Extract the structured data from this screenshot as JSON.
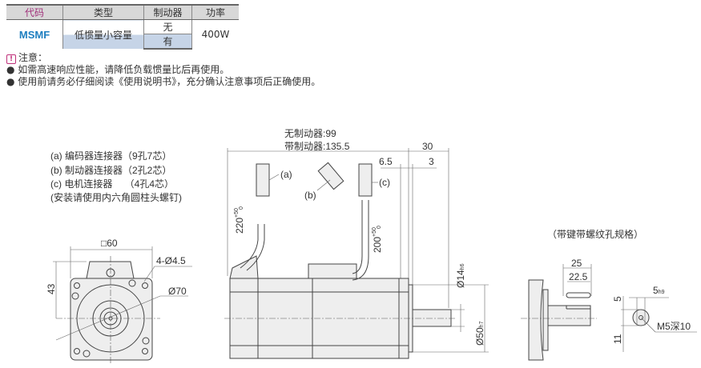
{
  "table": {
    "headers": [
      "代码",
      "类型",
      "制动器",
      "功率"
    ],
    "code": "MSMF",
    "type": "低惯量小容量",
    "brake_options": [
      "无",
      "有"
    ],
    "power": "400W"
  },
  "notes": {
    "icon": "warning-icon",
    "title": "注意：",
    "items": [
      "如需高速响应性能，请降低负载惯量比后再使用。",
      "使用前请务必仔细阅读《使用说明书》，充分确认注意事项后正确使用。"
    ]
  },
  "legend": [
    "(a) 编码器连接器（9孔7芯）",
    "(b) 制动器连接器（2孔2芯）",
    "(c) 电机连接器　 （4孔4芯）",
    "(安装请使用内六角圆柱头螺钉)"
  ],
  "front_view": {
    "square": "□60",
    "holes": "4-Ø4.5",
    "pcd": "Ø70",
    "height": "43"
  },
  "side_view": {
    "length_no_brake": "无制动器:99",
    "length_brake": "带制动器:135.5",
    "shaft_length": "30",
    "flange": "6.5",
    "pilot": "3",
    "cable_a": "220",
    "cable_c": "200",
    "tol": "+50",
    "tol0": "0",
    "shaft_dia": "Ø14",
    "shaft_tol": "h6",
    "pilot_dia": "Ø50",
    "pilot_tol": "h7",
    "label_a": "(a)",
    "label_b": "(b)",
    "label_c": "(c)"
  },
  "key_view": {
    "title": "（带键带螺纹孔规格）",
    "key_length": "25",
    "key_slot": "22.5",
    "key_width": "5",
    "key_width_tol": "h9",
    "key_height": "5",
    "key_depth": "11",
    "tap": "M5深10"
  },
  "colors": {
    "header_bg": "#d8d8d8",
    "highlight": "#c6d4e7",
    "code": "#1f7fc0",
    "code_header": "#a0307a"
  }
}
